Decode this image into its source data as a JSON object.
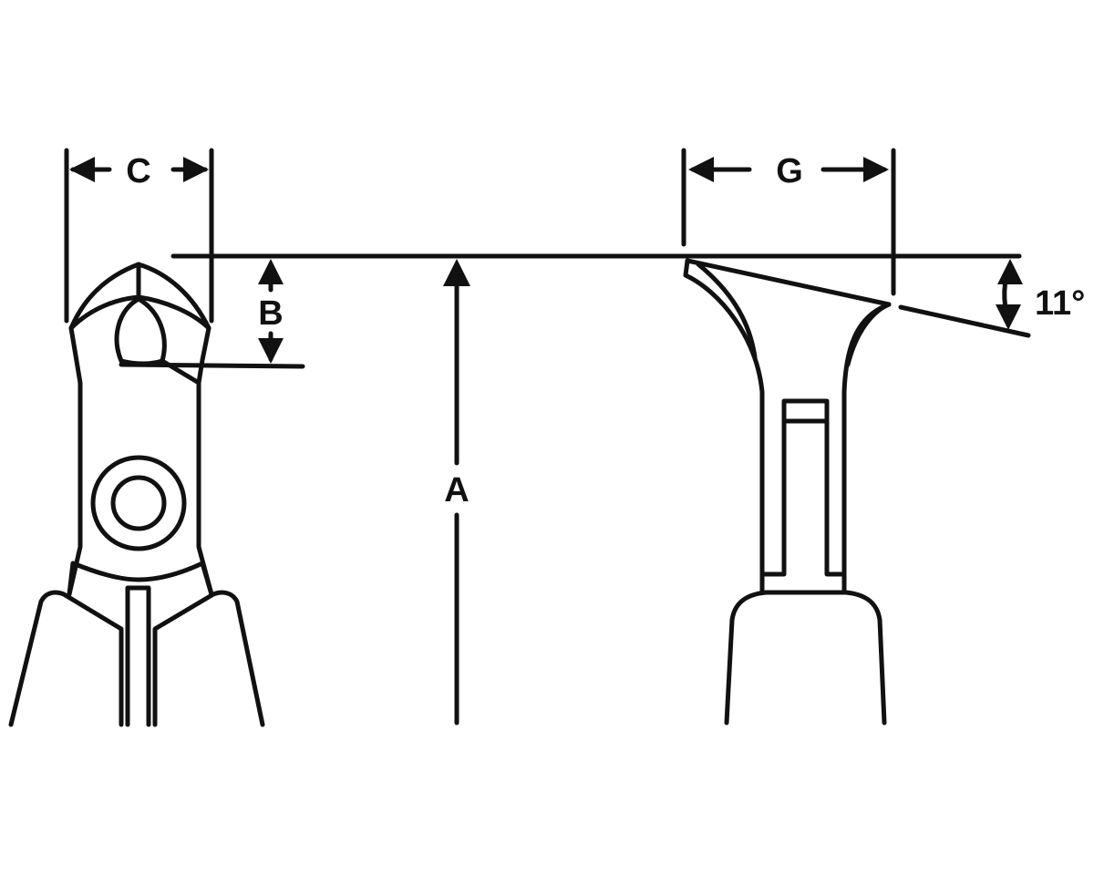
{
  "labels": {
    "c": "C",
    "b": "B",
    "a": "A",
    "g": "G",
    "angle": "11°"
  },
  "colors": {
    "ink": "#111111",
    "background": "#ffffff"
  }
}
